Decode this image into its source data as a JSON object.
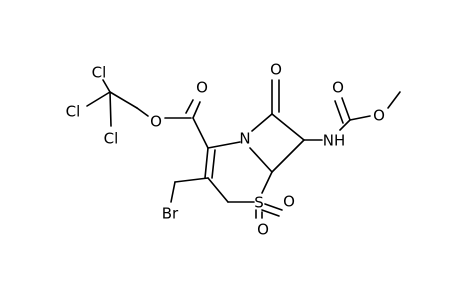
{
  "molecule": {
    "atoms": {
      "cl_top": "Cl",
      "cl_left": "Cl",
      "cl_bottom": "Cl",
      "o_ester_single": "O",
      "o_ester_carbonyl": "O",
      "n_ring": "N",
      "o_lactam": "O",
      "o_carbamate_carbonyl": "O",
      "o_methoxy": "O",
      "nh": "NH",
      "s_ring": "S",
      "o_sulfone_right": "O",
      "o_sulfone_bottom": "O",
      "br": "Br"
    }
  }
}
